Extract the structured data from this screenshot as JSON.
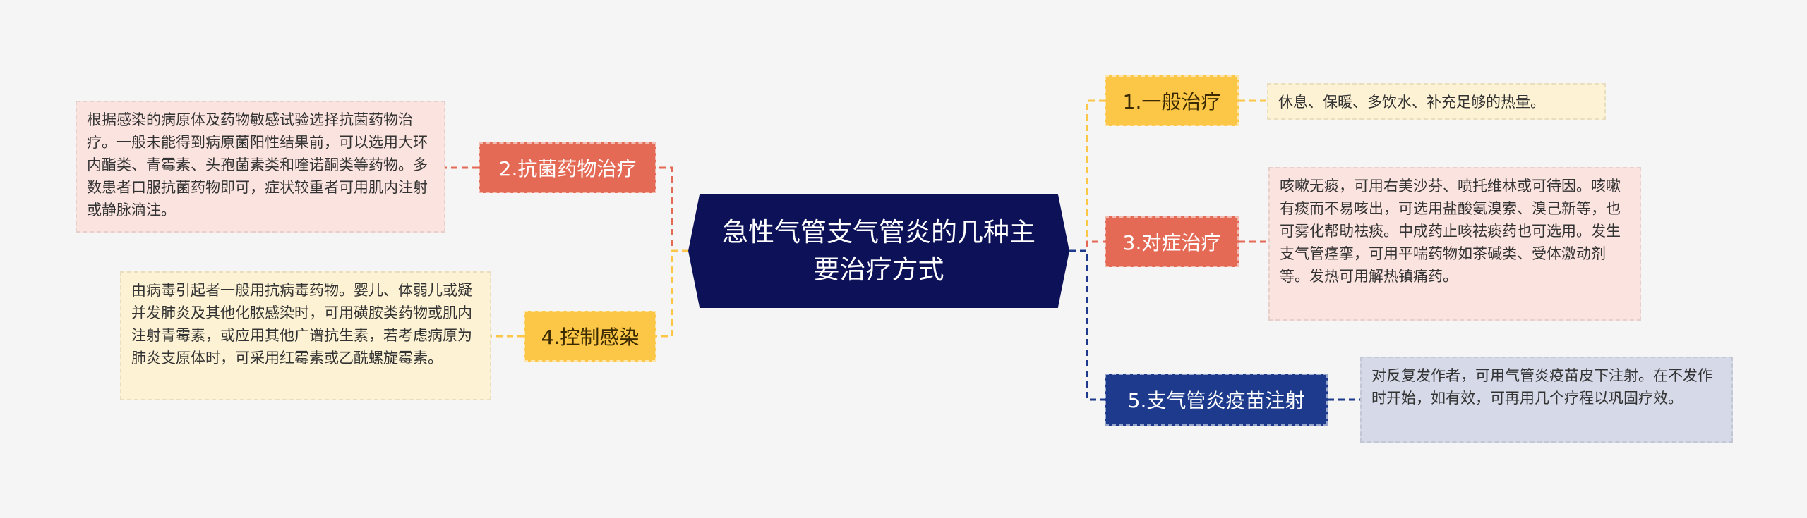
{
  "root": {
    "label": "急性气管支气管炎的几种主要治疗方式"
  },
  "branches": [
    {
      "label": "1.一般治疗",
      "detail": "休息、保暖、多饮水、补充足够的热量。",
      "color": "#fcc747"
    },
    {
      "label": "2.抗菌药物治疗",
      "detail": "根据感染的病原体及药物敏感试验选择抗菌药物治疗。一般未能得到病原菌阳性结果前，可以选用大环内酯类、青霉素、头孢菌素类和喹诺酮类等药物。多数患者口服抗菌药物即可，症状较重者可用肌内注射或静脉滴注。",
      "color": "#e56a56"
    },
    {
      "label": "3.对症治疗",
      "detail": "咳嗽无痰，可用右美沙芬、喷托维林或可待因。咳嗽有痰而不易咳出，可选用盐酸氨溴索、溴己新等，也可雾化帮助祛痰。中成药止咳祛痰药也可选用。发生支气管痉挛，可用平喘药物如茶碱类、受体激动剂等。发热可用解热镇痛药。",
      "color": "#e56a56"
    },
    {
      "label": "4.控制感染",
      "detail": "由病毒引起者一般用抗病毒药物。婴儿、体弱儿或疑并发肺炎及其他化脓感染时，可用磺胺类药物或肌内注射青霉素，或应用其他广谱抗生素，若考虑病原为肺炎支原体时，可采用红霉素或乙酰螺旋霉素。",
      "color": "#fcc747"
    },
    {
      "label": "5.支气管炎疫苗注射",
      "detail": "对反复发作者，可用气管炎疫苗皮下注射。在不发作时开始，如有效，可再用几个疗程以巩固疗效。",
      "color": "#1d3a8c"
    }
  ]
}
